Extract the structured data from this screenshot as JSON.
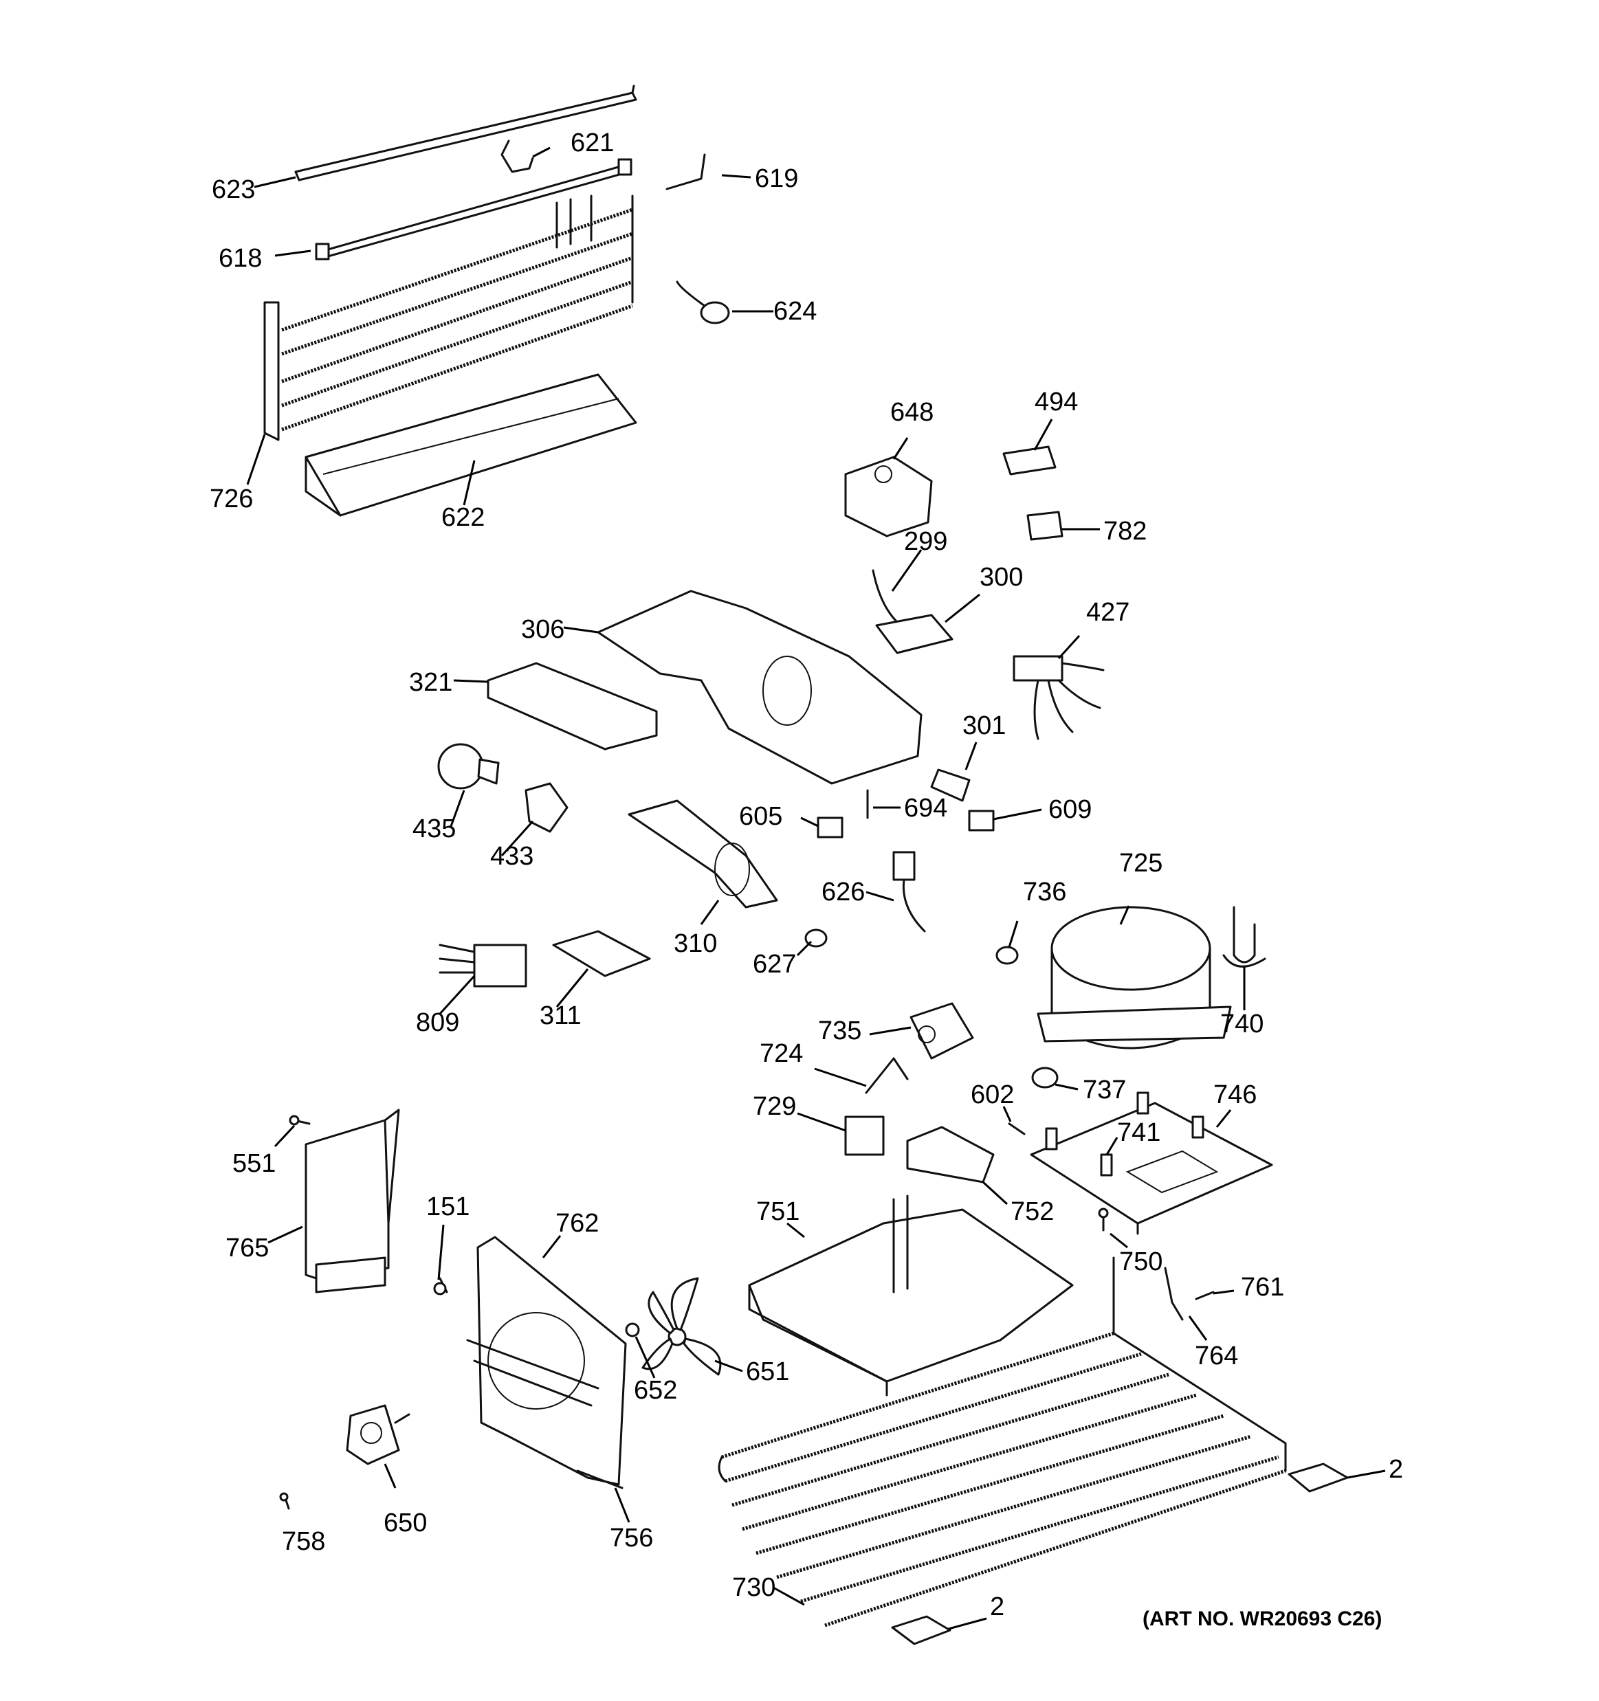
{
  "diagram": {
    "art_number": "(ART NO. WR20693 C26)",
    "callouts": {
      "p623": "623",
      "p621": "621",
      "p619": "619",
      "p618": "618",
      "p624": "624",
      "p726": "726",
      "p622": "622",
      "p648": "648",
      "p494": "494",
      "p782": "782",
      "p299": "299",
      "p300": "300",
      "p306": "306",
      "p427": "427",
      "p321": "321",
      "p301": "301",
      "p435": "435",
      "p433": "433",
      "p605": "605",
      "p694": "694",
      "p609": "609",
      "p310": "310",
      "p626": "626",
      "p736": "736",
      "p725": "725",
      "p627": "627",
      "p809": "809",
      "p311": "311",
      "p740": "740",
      "p735": "735",
      "p724": "724",
      "p737": "737",
      "p729": "729",
      "p602": "602",
      "p746": "746",
      "p741": "741",
      "p551": "551",
      "p752": "752",
      "p151": "151",
      "p751": "751",
      "p765": "765",
      "p762": "762",
      "p750": "750",
      "p761": "761",
      "p764": "764",
      "p652": "652",
      "p651": "651",
      "p2a": "2",
      "p758": "758",
      "p650": "650",
      "p756": "756",
      "p730": "730",
      "p2b": "2"
    }
  }
}
